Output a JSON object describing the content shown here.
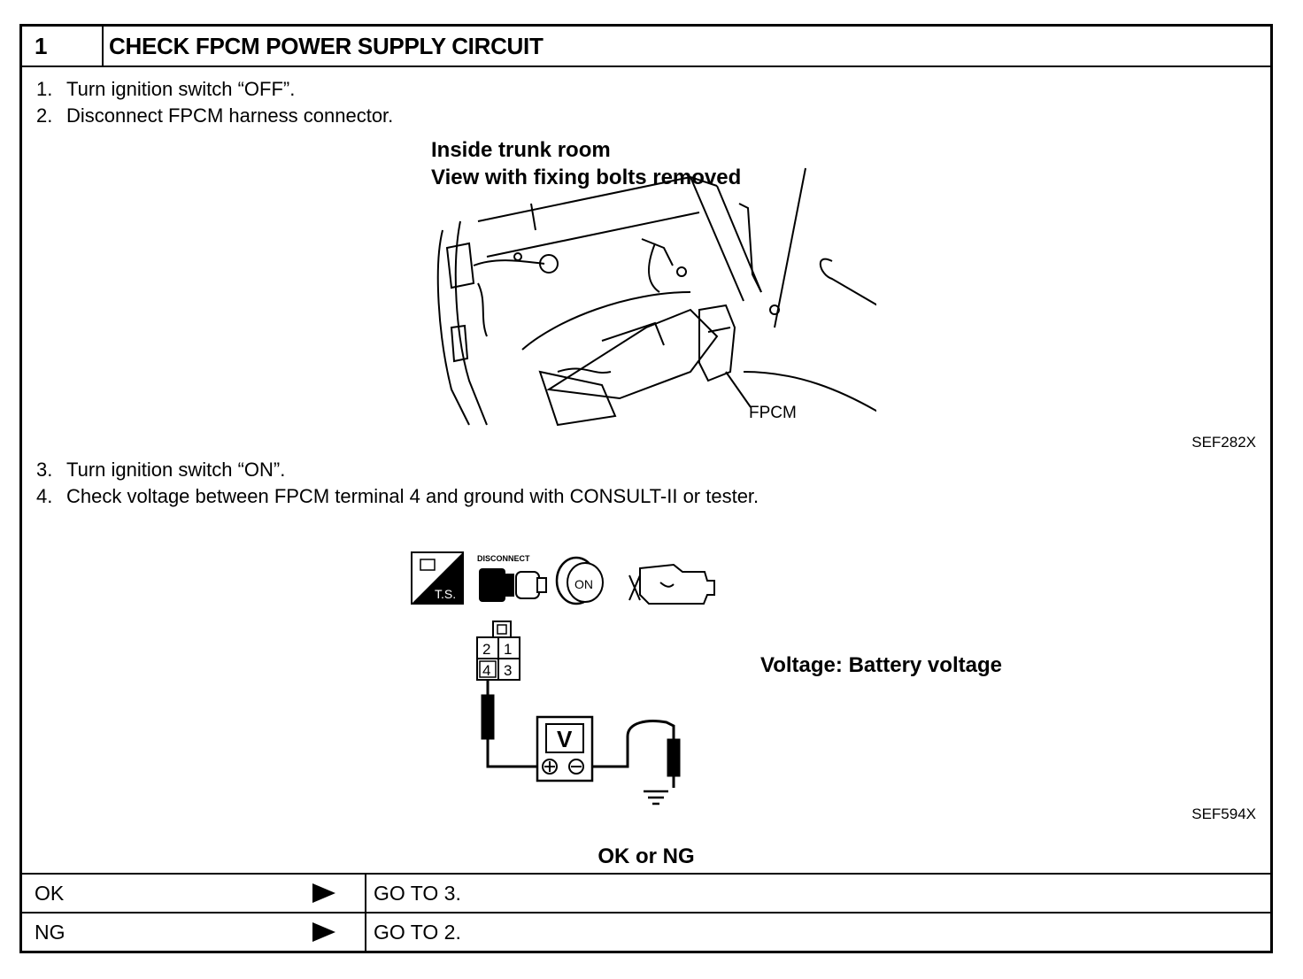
{
  "header": {
    "number": "1",
    "title": "CHECK FPCM POWER SUPPLY CIRCUIT"
  },
  "steps": [
    {
      "n": "1.",
      "text": "Turn ignition switch “OFF”."
    },
    {
      "n": "2.",
      "text": "Disconnect FPCM harness connector."
    },
    {
      "n": "3.",
      "text": "Turn ignition switch “ON”."
    },
    {
      "n": "4.",
      "text": "Check voltage between FPCM terminal 4 and ground with CONSULT-II or tester."
    }
  ],
  "figure1": {
    "title_line1": "Inside trunk room",
    "title_line2": "View with fixing bolts removed",
    "callout": "FPCM",
    "code": "SEF282X"
  },
  "figure2": {
    "icons": [
      "ts-icon",
      "disconnect-icon",
      "ignition-on-icon",
      "engine-icon"
    ],
    "icon_ts_label": "T.S.",
    "icon_disconnect_label": "DISCONNECT",
    "icon_ignition_label": "ON",
    "connector_terminals": [
      "2",
      "1",
      "4",
      "3"
    ],
    "meter_label": "V",
    "spec": "Voltage: Battery voltage",
    "code": "SEF594X"
  },
  "decision": {
    "title": "OK or NG",
    "rows": [
      {
        "label": "OK",
        "result": "GO TO 3."
      },
      {
        "label": "NG",
        "result": "GO TO 2."
      }
    ]
  }
}
